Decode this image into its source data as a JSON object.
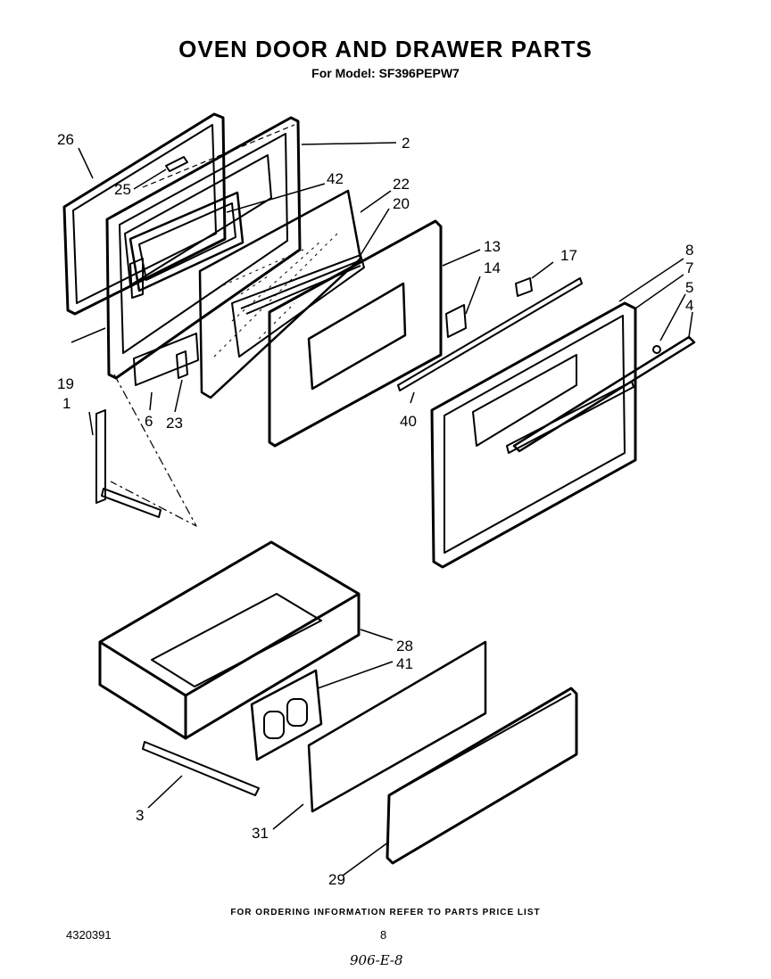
{
  "header": {
    "title": "OVEN DOOR AND DRAWER PARTS",
    "model_line": "For Model: SF396PEPW7"
  },
  "callouts": {
    "c1": "1",
    "c2": "2",
    "c3": "3",
    "c4": "4",
    "c5": "5",
    "c6": "6",
    "c7": "7",
    "c8": "8",
    "c13": "13",
    "c14": "14",
    "c17": "17",
    "c19": "19",
    "c20": "20",
    "c22": "22",
    "c23": "23",
    "c25": "25",
    "c26": "26",
    "c28": "28",
    "c29": "29",
    "c31": "31",
    "c40": "40",
    "c41": "41",
    "c42": "42"
  },
  "footer": {
    "ordering_note": "FOR ORDERING INFORMATION REFER TO PARTS PRICE LIST",
    "doc_number": "4320391",
    "page_number": "8",
    "handwritten": "906-E-8"
  }
}
